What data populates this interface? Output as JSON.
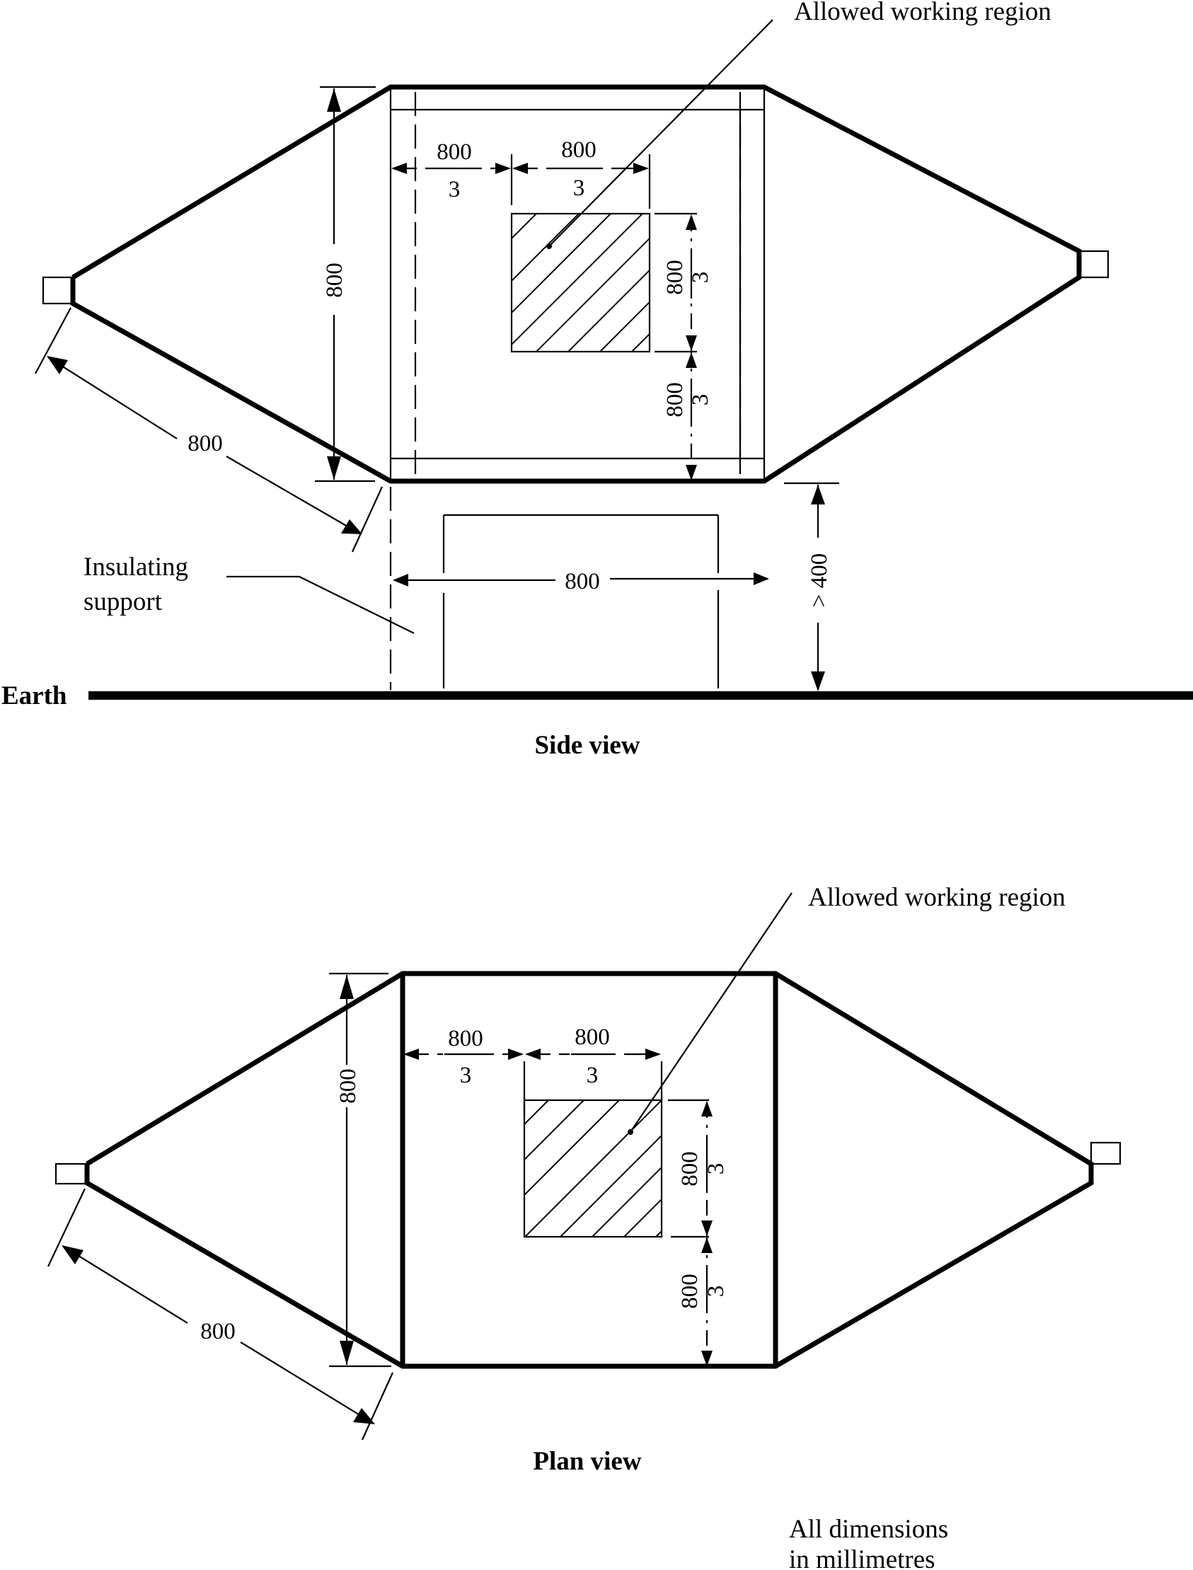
{
  "side_view": {
    "caption": "Side view",
    "callout_label": "Allowed working region",
    "support_label_line1": "Insulating",
    "support_label_line2": "support",
    "earth_label": "Earth",
    "dim_height": "800",
    "dim_slant": "800",
    "dim_width": "800",
    "dim_clearance": "> 400",
    "frac_num": "800",
    "frac_den": "3"
  },
  "plan_view": {
    "caption": "Plan view",
    "callout_label": "Allowed working region",
    "dim_height": "800",
    "dim_slant": "800",
    "frac_num": "800",
    "frac_den": "3"
  },
  "note": {
    "line1": "All dimensions",
    "line2": "in millimetres"
  }
}
